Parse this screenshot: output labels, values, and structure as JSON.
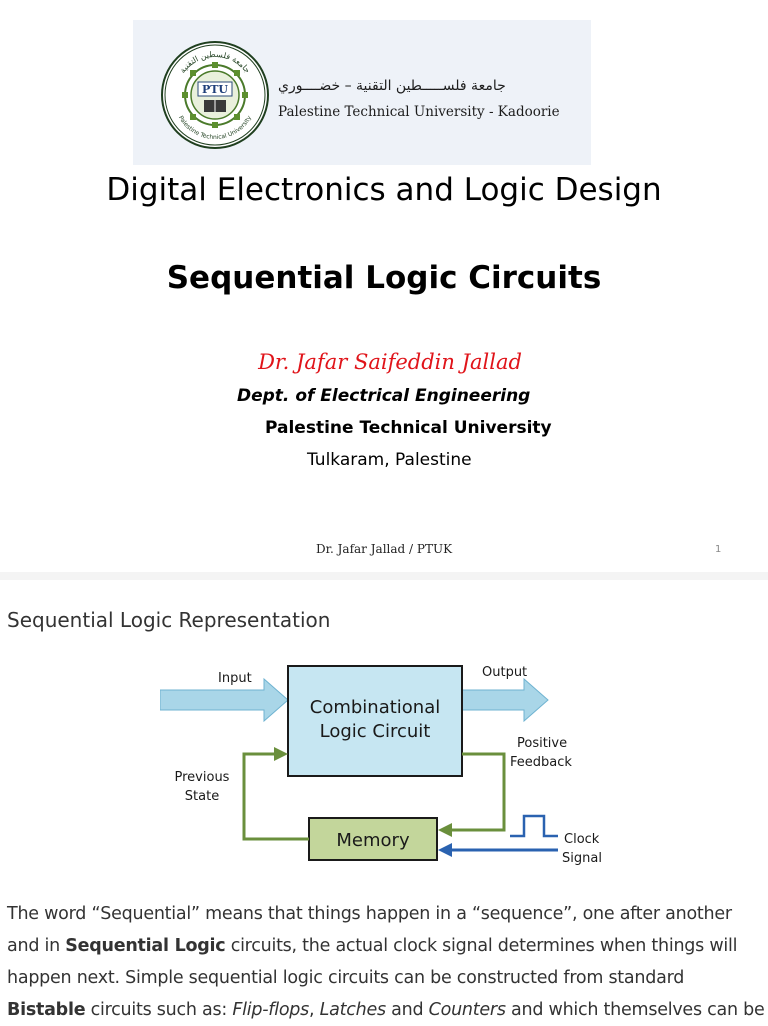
{
  "slide": {
    "logo": {
      "seal_text_top": "جامعة فلسطين التقنية",
      "seal_text_bottom": "Palestine Technical University",
      "seal_abbrev": "PTU",
      "arabic_name": "جامعة فلســـــطين التقنية – خضــــوري",
      "english_name": "Palestine Technical University - Kadoorie"
    },
    "course_title": "Digital Electronics and Logic Design",
    "lecture_title": "Sequential Logic Circuits",
    "author": "Dr. Jafar Saifeddin Jallad",
    "department": "Dept. of Electrical Engineering",
    "university": "Palestine Technical University",
    "city": "Tulkaram, Palestine",
    "footer": "Dr. Jafar Jallad / PTUK",
    "page_number": "1"
  },
  "content": {
    "heading": "Sequential Logic Representation",
    "diagram": {
      "input_label": "Input",
      "output_label": "Output",
      "comb_line1": "Combinational",
      "comb_line2": "Logic Circuit",
      "feedback_line1": "Positive",
      "feedback_line2": "Feedback",
      "prev_line1": "Previous",
      "prev_line2": "State",
      "memory_label": "Memory",
      "clock_line1": "Clock",
      "clock_line2": "Signal",
      "colors": {
        "comb_fill": "#c6e6f2",
        "memory_fill": "#c3d69b",
        "arrow_fill": "#a9d6e8",
        "feedback": "#6a8f3c",
        "clock": "#2a62b0"
      }
    },
    "paragraph": {
      "l1": "The word “Sequential” means that things happen in a “sequence”, one after another",
      "l2a": "and in ",
      "l2b": "Sequential Logic",
      "l2c": " circuits, the actual clock signal determines when things will",
      "l3": "happen next. Simple sequential logic circuits can be constructed from standard",
      "l4a": "Bistable",
      "l4b": " circuits such as: ",
      "l4c": "Flip-flops",
      "l4d": ", ",
      "l4e": "Latches",
      "l4f": " and ",
      "l4g": "Counters",
      "l4h": " and which themselves can be"
    }
  }
}
